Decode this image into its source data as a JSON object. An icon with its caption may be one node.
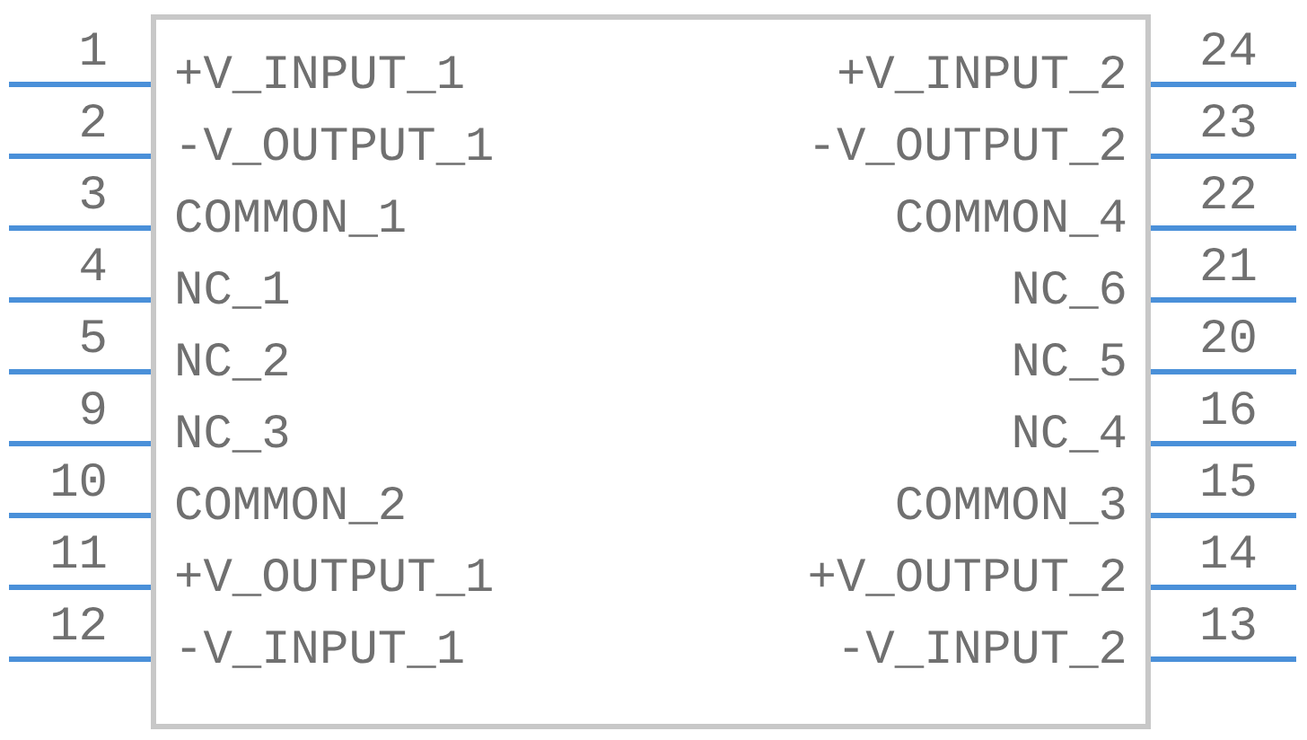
{
  "diagram": {
    "nodes": [
      {
        "text": [
          "+V_INPUT_1",
          "+V_INPUT_2",
          "-V_OUTPUT_1",
          "-V_OUTPUT_2",
          "COMMON_1",
          "COMMON_4",
          "NC_1",
          "NC_6",
          "NC_2",
          "NC_5",
          "NC_3",
          "NC_4",
          "COMMON_2",
          "COMMON_3",
          "+V_OUTPUT_1",
          "+V_OUTPUT_2",
          "-V_INPUT_1",
          "-V_INPUT_2"
        ]
      }
    ],
    "labels": [
      "1",
      "24",
      "2",
      "23",
      "3",
      "22",
      "4",
      "21",
      "5",
      "20",
      "9",
      "16",
      "10",
      "15",
      "11",
      "14",
      "12",
      "13"
    ]
  }
}
